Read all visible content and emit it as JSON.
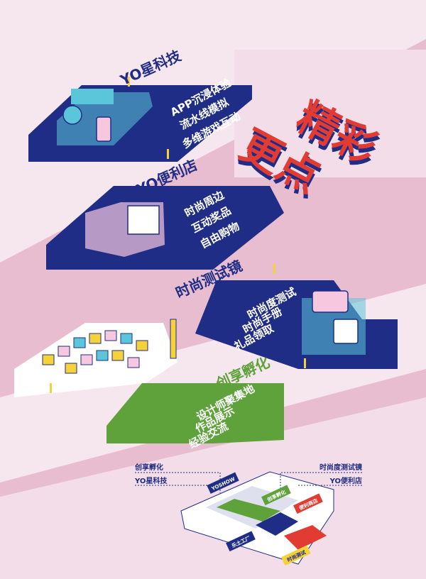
{
  "colors": {
    "background": "#e9bdd0",
    "band": "#f6e7ee",
    "navy": "#1f2d86",
    "green": "#5fa13a",
    "red": "#e23b33",
    "yellow": "#f5d23a",
    "cyan": "#5bc6d9"
  },
  "headline": {
    "line1": "精彩",
    "line2": "更点"
  },
  "zones": [
    {
      "title": "YO星科技",
      "features": [
        "APP沉浸体验",
        "流水线模拟",
        "多维游戏互动"
      ]
    },
    {
      "title": "YO便利店",
      "features": [
        "时尚周边",
        "互动奖品",
        "自由购物"
      ]
    },
    {
      "title": "时尚测试镜",
      "features": [
        "时尚度测试",
        "时尚手册",
        "礼品领取"
      ]
    },
    {
      "title": "创享孵化",
      "features": [
        "设计师聚集地",
        "作品展示",
        "经验交流"
      ]
    }
  ],
  "floor_map": {
    "callouts": {
      "incubation": "创享孵化",
      "yo_tech": "YO星科技",
      "mirror": "时尚度测试镜",
      "store": "YO便利店"
    },
    "stand_labels": {
      "entry": "YOSHOW",
      "creative": "创享孵化",
      "store": "便利商店",
      "factory": "乐土工厂",
      "mirror": "时尚测试"
    }
  }
}
